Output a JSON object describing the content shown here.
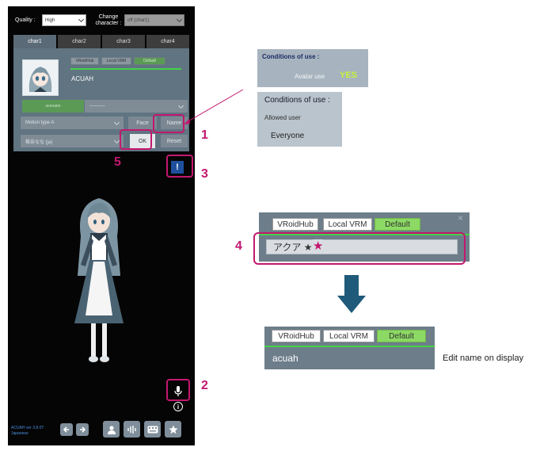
{
  "phone": {
    "quality_label": "Quality :",
    "quality_value": "High",
    "change_character_label": "Change character :",
    "change_character_value": "off (char1)",
    "tabs": [
      {
        "label": "char1",
        "active": true
      },
      {
        "label": "char2",
        "active": false
      },
      {
        "label": "char3",
        "active": false
      },
      {
        "label": "char4",
        "active": false
      }
    ],
    "source_buttons": [
      "VRoidHub",
      "Local VRM",
      "Default"
    ],
    "character_name": "ACUAH",
    "scenario_label": "scenario",
    "scenario_value": "----------",
    "motion_type": "Motion type A",
    "face_label": "Face",
    "name_label": "Name",
    "voice_value": "椎奈なな (ja)",
    "ok_label": "OK",
    "reset_label": "Reset",
    "info_label": "!",
    "version": "ACUAH ver 3.8.0T",
    "language": "Japanese"
  },
  "annotations": {
    "n1": "1",
    "n2": "2",
    "n3": "3",
    "n4": "4",
    "n5": "5"
  },
  "conditions_card1": {
    "title": "Conditions of use :",
    "row_label": "Avatar use",
    "row_value": "YES"
  },
  "conditions_card2": {
    "title": "Conditions of use :",
    "row_label": "Allowed user",
    "value": "Everyone"
  },
  "edit_before": {
    "buttons": [
      "VRoidHub",
      "Local VRM",
      "Default"
    ],
    "name_value": "アクア ★",
    "close_icon": "×"
  },
  "edit_after": {
    "buttons": [
      "VRoidHub",
      "Local VRM",
      "Default"
    ],
    "name_value": "acuah"
  },
  "caption": "Edit name on display",
  "colors": {
    "accent_pink": "#c2186f",
    "green": "#8cd964",
    "arrow": "#1f5a7a",
    "yes_color": "#c8f23a"
  }
}
